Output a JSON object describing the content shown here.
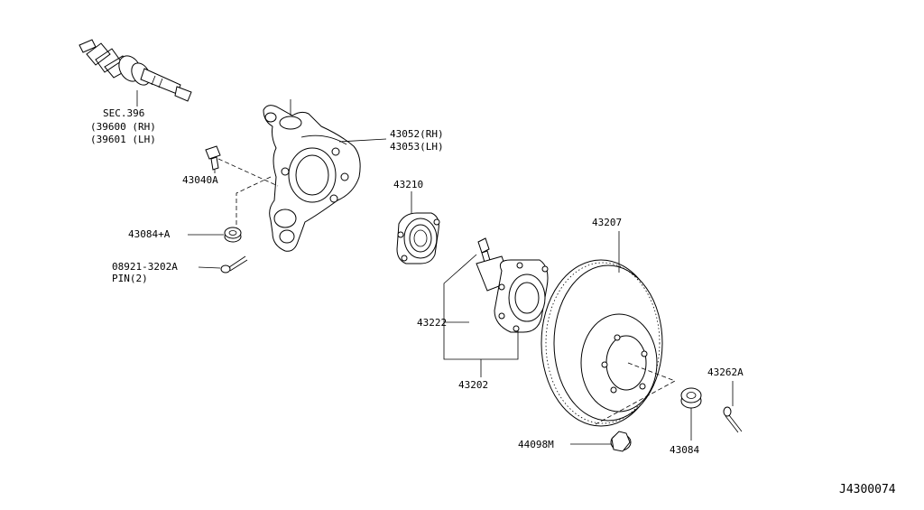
{
  "labels": {
    "sec_396": "SEC.396",
    "p39600": "(39600 (RH)",
    "p39601": "(39601 (LH)",
    "p43052": "43052(RH)",
    "p43053": "43053(LH)",
    "p43040a": "43040A",
    "p43084a": "43084+A",
    "p08921": "08921-3202A",
    "pin2": "PIN(2)",
    "p43210": "43210",
    "p43207": "43207",
    "p43222": "43222",
    "p43202": "43202",
    "p43262a": "43262A",
    "p44098m": "44098M",
    "p43084": "43084",
    "diagram_id": "J4300074"
  }
}
